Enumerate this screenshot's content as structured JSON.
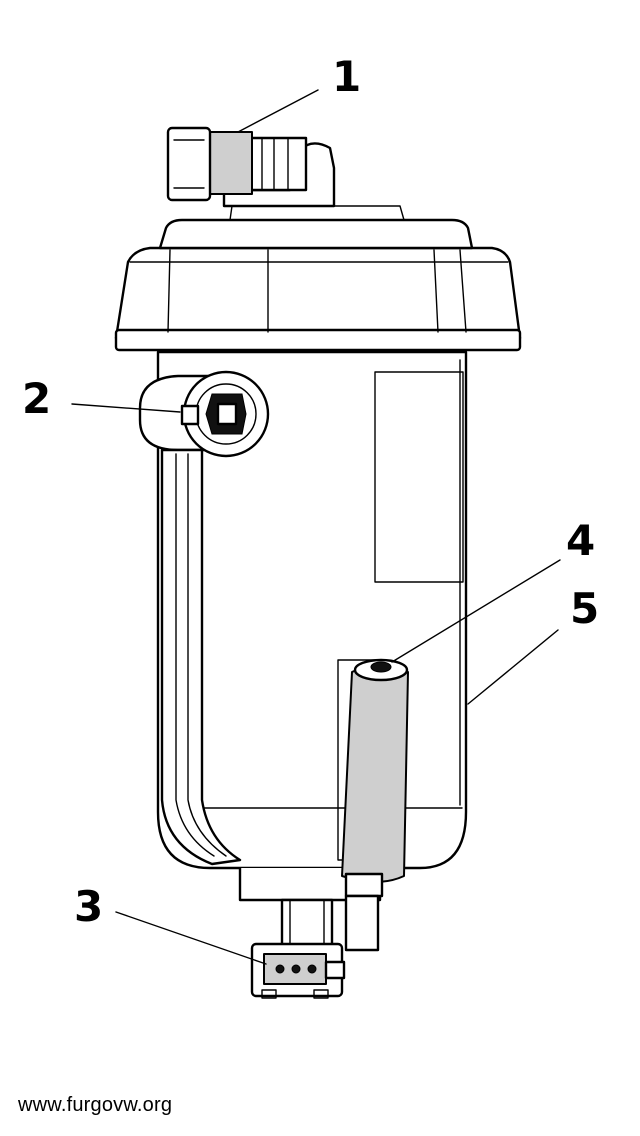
{
  "callouts": [
    {
      "id": "1",
      "label": "1"
    },
    {
      "id": "2",
      "label": "2"
    },
    {
      "id": "3",
      "label": "3"
    },
    {
      "id": "4",
      "label": "4"
    },
    {
      "id": "5",
      "label": "5"
    }
  ],
  "watermark": "www.furgovw.org",
  "colors": {
    "line": "#000000",
    "background": "#ffffff",
    "shade": "#cfcfcf"
  }
}
